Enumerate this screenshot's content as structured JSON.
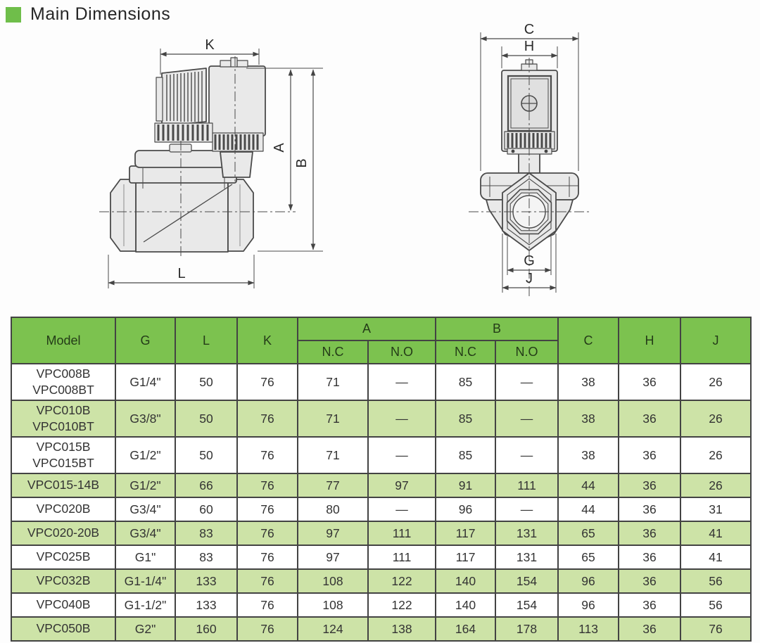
{
  "header": {
    "title": "Main Dimensions",
    "bullet_color": "#6fbe4a"
  },
  "drawings": {
    "side_view": {
      "labels": {
        "k": "K",
        "a": "A",
        "b": "B",
        "l": "L"
      }
    },
    "front_view": {
      "labels": {
        "c": "C",
        "h": "H",
        "g": "G",
        "j": "J"
      }
    }
  },
  "table": {
    "columns": {
      "model": "Model",
      "g": "G",
      "l": "L",
      "k": "K",
      "a": "A",
      "b": "B",
      "c": "C",
      "h": "H",
      "j": "J",
      "nc": "N.C",
      "no": "N.O"
    },
    "rows": [
      {
        "model": [
          "VPC008B",
          "VPC008BT"
        ],
        "g": "G1/4\"",
        "l": "50",
        "k": "76",
        "a_nc": "71",
        "a_no": "—",
        "b_nc": "85",
        "b_no": "—",
        "c": "38",
        "h": "36",
        "j": "26"
      },
      {
        "model": [
          "VPC010B",
          "VPC010BT"
        ],
        "g": "G3/8\"",
        "l": "50",
        "k": "76",
        "a_nc": "71",
        "a_no": "—",
        "b_nc": "85",
        "b_no": "—",
        "c": "38",
        "h": "36",
        "j": "26"
      },
      {
        "model": [
          "VPC015B",
          "VPC015BT"
        ],
        "g": "G1/2\"",
        "l": "50",
        "k": "76",
        "a_nc": "71",
        "a_no": "—",
        "b_nc": "85",
        "b_no": "—",
        "c": "38",
        "h": "36",
        "j": "26"
      },
      {
        "model": [
          "VPC015-14B"
        ],
        "g": "G1/2\"",
        "l": "66",
        "k": "76",
        "a_nc": "77",
        "a_no": "97",
        "b_nc": "91",
        "b_no": "111",
        "c": "44",
        "h": "36",
        "j": "26"
      },
      {
        "model": [
          "VPC020B"
        ],
        "g": "G3/4\"",
        "l": "60",
        "k": "76",
        "a_nc": "80",
        "a_no": "—",
        "b_nc": "96",
        "b_no": "—",
        "c": "44",
        "h": "36",
        "j": "31"
      },
      {
        "model": [
          "VPC020-20B"
        ],
        "g": "G3/4\"",
        "l": "83",
        "k": "76",
        "a_nc": "97",
        "a_no": "111",
        "b_nc": "117",
        "b_no": "131",
        "c": "65",
        "h": "36",
        "j": "41"
      },
      {
        "model": [
          "VPC025B"
        ],
        "g": "G1\"",
        "l": "83",
        "k": "76",
        "a_nc": "97",
        "a_no": "111",
        "b_nc": "117",
        "b_no": "131",
        "c": "65",
        "h": "36",
        "j": "41"
      },
      {
        "model": [
          "VPC032B"
        ],
        "g": "G1-1/4\"",
        "l": "133",
        "k": "76",
        "a_nc": "108",
        "a_no": "122",
        "b_nc": "140",
        "b_no": "154",
        "c": "96",
        "h": "36",
        "j": "56"
      },
      {
        "model": [
          "VPC040B"
        ],
        "g": "G1-1/2\"",
        "l": "133",
        "k": "76",
        "a_nc": "108",
        "a_no": "122",
        "b_nc": "140",
        "b_no": "154",
        "c": "96",
        "h": "36",
        "j": "56"
      },
      {
        "model": [
          "VPC050B"
        ],
        "g": "G2\"",
        "l": "160",
        "k": "76",
        "a_nc": "124",
        "a_no": "138",
        "b_nc": "164",
        "b_no": "178",
        "c": "113",
        "h": "36",
        "j": "76"
      }
    ],
    "colors": {
      "header_bg": "#7cc24f",
      "row_alt_bg": "#cde3a7",
      "border": "#434343"
    }
  }
}
